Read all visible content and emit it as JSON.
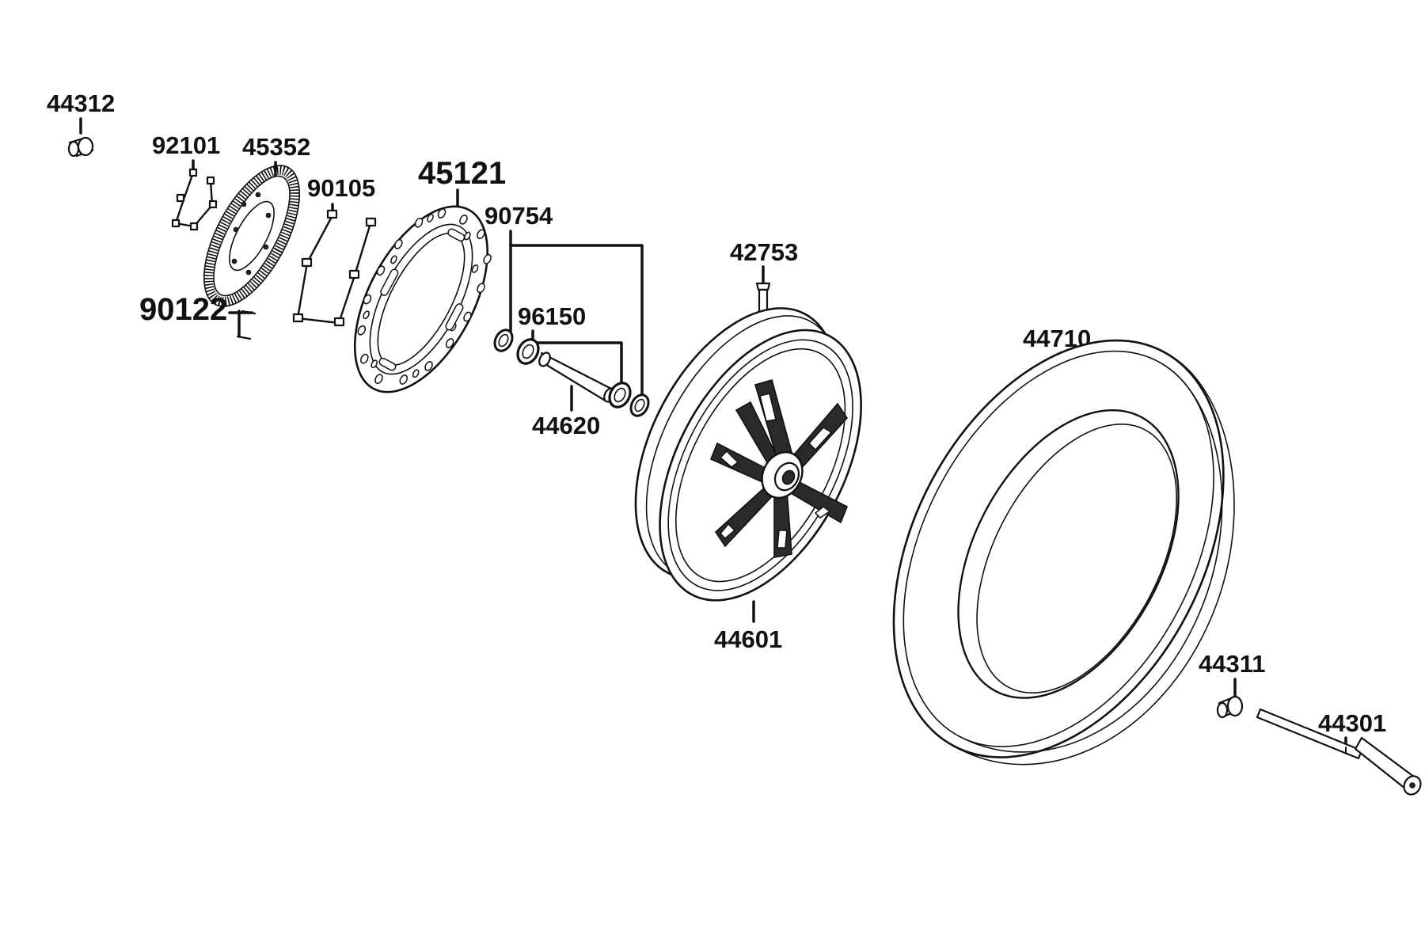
{
  "diagram": {
    "labels": {
      "p44312": "44312",
      "p92101": "92101",
      "p45352": "45352",
      "p90105": "90105",
      "p45121": "45121",
      "p90754": "90754",
      "p90122": "90122",
      "p96150": "96150",
      "p44620": "44620",
      "p42753": "42753",
      "p44710": "44710",
      "p44601": "44601",
      "p44311": "44311",
      "p44301": "44301"
    }
  }
}
